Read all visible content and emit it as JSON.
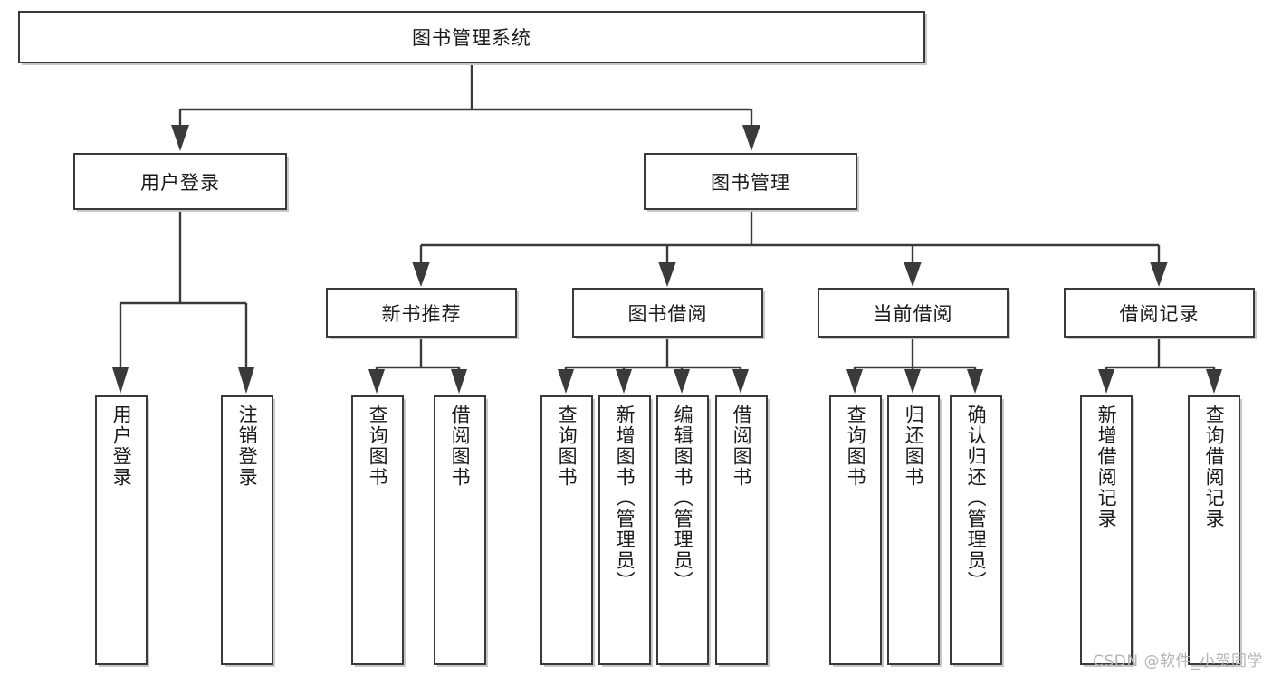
{
  "diagram": {
    "title": "图书管理系统",
    "type": "tree",
    "root": {
      "id": "root",
      "label": "图书管理系统"
    },
    "level2": [
      {
        "id": "user-login",
        "label": "用户登录"
      },
      {
        "id": "book-manage",
        "label": "图书管理"
      }
    ],
    "level3": [
      {
        "id": "new-book-rec",
        "label": "新书推荐"
      },
      {
        "id": "book-borrow",
        "label": "图书借阅"
      },
      {
        "id": "current-borrow",
        "label": "当前借阅"
      },
      {
        "id": "borrow-record",
        "label": "借阅记录"
      }
    ],
    "leaves": {
      "user-login": [
        {
          "id": "leaf-user-login",
          "label": "用户登录"
        },
        {
          "id": "leaf-user-logout",
          "label": "注销登录"
        }
      ],
      "new-book-rec": [
        {
          "id": "leaf-query-book-1",
          "label": "查询图书"
        },
        {
          "id": "leaf-borrow-book-1",
          "label": "借阅图书"
        }
      ],
      "book-borrow": [
        {
          "id": "leaf-query-book-2",
          "label": "查询图书"
        },
        {
          "id": "leaf-add-book",
          "label": "新增图书（管理员）"
        },
        {
          "id": "leaf-edit-book",
          "label": "编辑图书（管理员）"
        },
        {
          "id": "leaf-borrow-book-2",
          "label": "借阅图书"
        }
      ],
      "current-borrow": [
        {
          "id": "leaf-query-book-3",
          "label": "查询图书"
        },
        {
          "id": "leaf-return-book",
          "label": "归还图书"
        },
        {
          "id": "leaf-confirm-return",
          "label": "确认归还（管理员）"
        }
      ],
      "borrow-record": [
        {
          "id": "leaf-add-record",
          "label": "新增借阅记录"
        },
        {
          "id": "leaf-query-record",
          "label": "查询借阅记录"
        }
      ]
    }
  },
  "watermark": {
    "text": "CSDN @软件_小贺同学"
  },
  "colors": {
    "stroke": "#3a3a3a",
    "box_fill": "#ffffff",
    "shadow": "#c8c8c8",
    "text": "#1a1a1a",
    "watermark": "#b4b4b4",
    "background": "#ffffff"
  }
}
